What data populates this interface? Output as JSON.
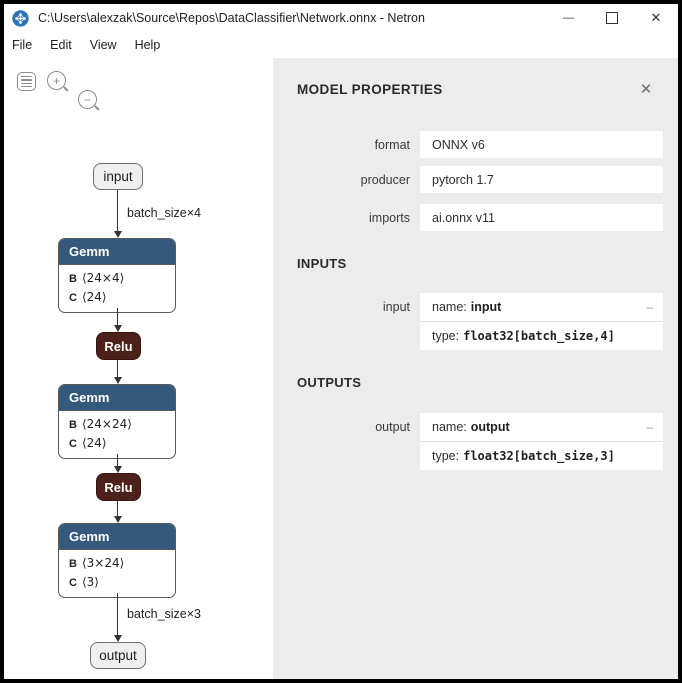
{
  "titlebar": {
    "title": "C:\\Users\\alexzak\\Source\\Repos\\DataClassifier\\Network.onnx - Netron",
    "minimize_glyph": "—",
    "close_glyph": "✕"
  },
  "menubar": {
    "items": [
      "File",
      "Edit",
      "View",
      "Help"
    ]
  },
  "toolbar": {
    "zoom_in_glyph": "+",
    "zoom_out_glyph": "−"
  },
  "graph": {
    "nodes": [
      {
        "label": "input"
      },
      {
        "label": "Gemm",
        "params": [
          {
            "key": "B",
            "value": "⟨24×4⟩"
          },
          {
            "key": "C",
            "value": "⟨24⟩"
          }
        ]
      },
      {
        "label": "Relu"
      },
      {
        "label": "Gemm",
        "params": [
          {
            "key": "B",
            "value": "⟨24×24⟩"
          },
          {
            "key": "C",
            "value": "⟨24⟩"
          }
        ]
      },
      {
        "label": "Relu"
      },
      {
        "label": "Gemm",
        "params": [
          {
            "key": "B",
            "value": "⟨3×24⟩"
          },
          {
            "key": "C",
            "value": "⟨3⟩"
          }
        ]
      },
      {
        "label": "output"
      }
    ],
    "edge_labels": {
      "input_edge": "batch_size×4",
      "output_edge": "batch_size×3"
    }
  },
  "panel": {
    "title": "MODEL PROPERTIES",
    "close_glyph": "✕",
    "rows": [
      {
        "label": "format",
        "value": "ONNX v6"
      },
      {
        "label": "producer",
        "value": "pytorch 1.7"
      },
      {
        "label": "imports",
        "value": "ai.onnx v11"
      }
    ],
    "inputs": {
      "heading": "INPUTS",
      "items": [
        {
          "label": "input",
          "name_key": "name:",
          "name_value": "input",
          "type_key": "type:",
          "type_value": "float32[batch_size,4]",
          "collapse_glyph": "–"
        }
      ]
    },
    "outputs": {
      "heading": "OUTPUTS",
      "items": [
        {
          "label": "output",
          "name_key": "name:",
          "name_value": "output",
          "type_key": "type:",
          "type_value": "float32[batch_size,3]",
          "collapse_glyph": "–"
        }
      ]
    }
  },
  "colors": {
    "gemm_header_blue": "#35597D",
    "relu_maroon": "#4C2119",
    "panel_background": "#ECECEC",
    "logo_blue": "#2E75B5"
  }
}
